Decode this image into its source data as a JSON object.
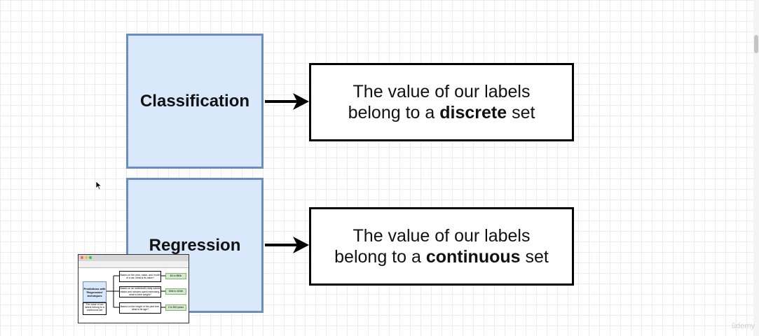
{
  "diagram": {
    "rows": [
      {
        "category": "Classification",
        "description_prefix": "The value of our labels",
        "description_mid": "belong to a ",
        "description_bold": "discrete",
        "description_suffix": " set"
      },
      {
        "category": "Regression",
        "description_prefix": "The value of our labels",
        "description_mid": "belong to a ",
        "description_bold": "continuous",
        "description_suffix": " set"
      }
    ]
  },
  "thumbnail": {
    "main_label": "Predictions with 'Regression' techniques",
    "sub_label": "The value of our labels belong to a continuous set",
    "questions": [
      {
        "q": "Based on the year, make, and model of a car, what is its value?",
        "a": "$0 to $80k"
      },
      {
        "q": "Based on an individual's daily calorie intake and minutes spent exercising, what is their weight?",
        "a": "80lb to 400lb"
      },
      {
        "q": "Based on the height of the pine tree, what is its age?",
        "a": "0 to 500 years"
      }
    ]
  },
  "watermark": "ûdemy",
  "colors": {
    "category_fill": "#dae8fc",
    "category_border": "#6c8ebf",
    "answer_fill": "#d5e8d4",
    "answer_border": "#82b366"
  }
}
